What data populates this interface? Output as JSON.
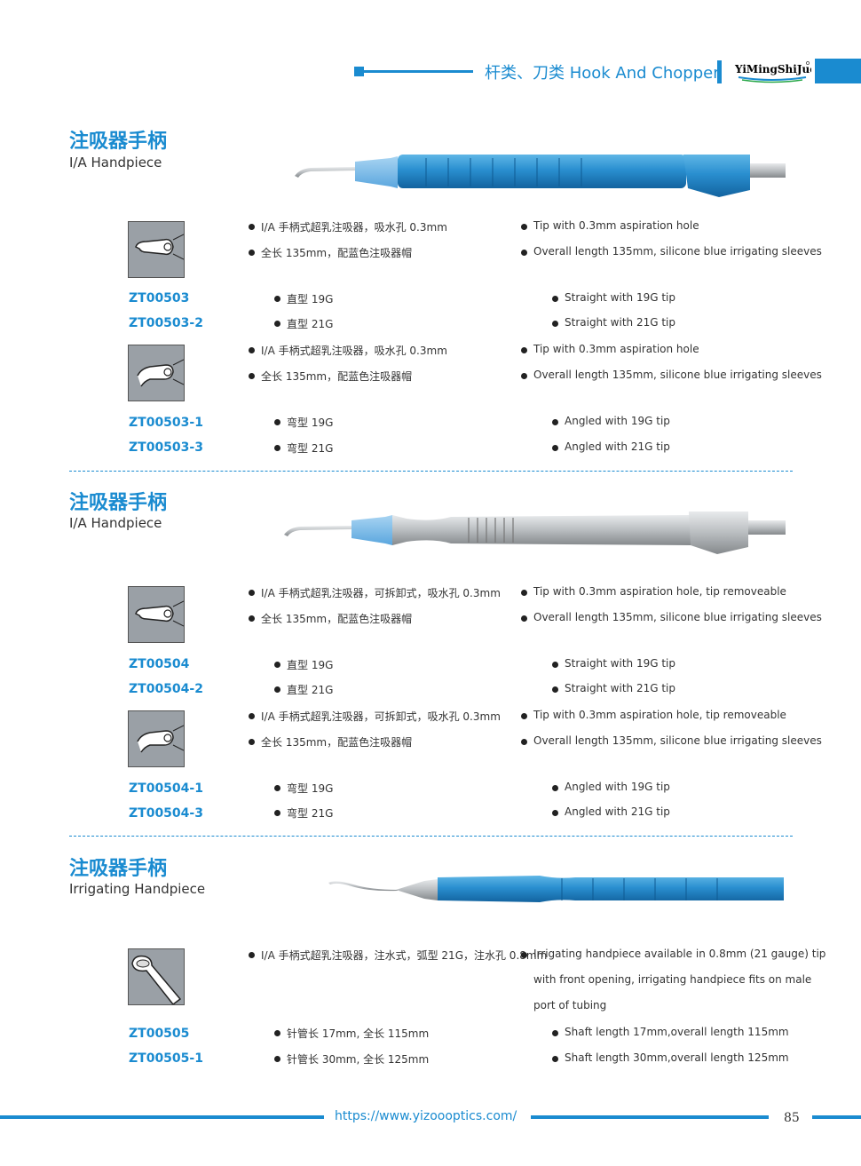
{
  "header": {
    "title": "杆类、刀类 Hook And Chopper",
    "logo_text": "YiMingShiJue"
  },
  "sections": [
    {
      "title_cn": "注吸器手柄",
      "title_en": "I/A Handpiece",
      "groups": [
        {
          "codes": [
            "ZT00503",
            "ZT00503-2"
          ],
          "cn_common": [
            "I/A 手柄式超乳注吸器，吸水孔 0.3mm",
            "全长 135mm，配蓝色注吸器帽"
          ],
          "en_common": [
            "Tip with 0.3mm aspiration hole",
            "Overall length 135mm, silicone blue irrigating sleeves"
          ],
          "cn_variants": [
            "直型 19G",
            "直型 21G"
          ],
          "en_variants": [
            "Straight with 19G tip",
            "Straight with 21G tip"
          ]
        },
        {
          "codes": [
            "ZT00503-1",
            "ZT00503-3"
          ],
          "cn_common": [
            "I/A 手柄式超乳注吸器，吸水孔 0.3mm",
            "全长 135mm，配蓝色注吸器帽"
          ],
          "en_common": [
            "Tip with 0.3mm aspiration hole",
            "Overall length 135mm, silicone blue irrigating sleeves"
          ],
          "cn_variants": [
            "弯型 19G",
            "弯型 21G"
          ],
          "en_variants": [
            "Angled with 19G tip",
            "Angled with 21G tip"
          ]
        }
      ]
    },
    {
      "title_cn": "注吸器手柄",
      "title_en": "I/A Handpiece",
      "groups": [
        {
          "codes": [
            "ZT00504",
            "ZT00504-2"
          ],
          "cn_common": [
            "I/A 手柄式超乳注吸器，可拆卸式，吸水孔 0.3mm",
            "全长 135mm，配蓝色注吸器帽"
          ],
          "en_common": [
            "Tip with 0.3mm aspiration hole, tip removeable",
            "Overall length 135mm, silicone blue irrigating sleeves"
          ],
          "cn_variants": [
            "直型 19G",
            "直型 21G"
          ],
          "en_variants": [
            "Straight with 19G tip",
            "Straight with 21G tip"
          ]
        },
        {
          "codes": [
            "ZT00504-1",
            "ZT00504-3"
          ],
          "cn_common": [
            "I/A 手柄式超乳注吸器，可拆卸式，吸水孔 0.3mm",
            "全长 135mm，配蓝色注吸器帽"
          ],
          "en_common": [
            "Tip with 0.3mm aspiration hole, tip removeable",
            "Overall length 135mm, silicone blue irrigating sleeves"
          ],
          "cn_variants": [
            "弯型 19G",
            "弯型 21G"
          ],
          "en_variants": [
            "Angled with 19G tip",
            "Angled with 21G tip"
          ]
        }
      ]
    },
    {
      "title_cn": "注吸器手柄",
      "title_en": "Irrigating Handpiece",
      "groups": [
        {
          "codes": [
            "ZT00505",
            "ZT00505-1"
          ],
          "cn_common": [
            "I/A 手柄式超乳注吸器，注水式，弧型 21G，注水孔 0.8mm"
          ],
          "en_common_lines": [
            "Irrigating handpiece available in 0.8mm (21 gauge) tip",
            "with front opening, irrigating handpiece fits on male",
            "port of tubing"
          ],
          "cn_variants": [
            "针管长 17mm, 全长 115mm",
            "针管长 30mm, 全长 125mm"
          ],
          "en_variants": [
            "Shaft length 17mm,overall length 115mm",
            "Shaft length 30mm,overall length 125mm"
          ]
        }
      ]
    }
  ],
  "footer": {
    "url": "https://www.yizoooptics.com/",
    "page": "85"
  },
  "colors": {
    "accent": "#1a8bd0",
    "handle_blue": "#1e88c8",
    "steel": "#a9adb0"
  }
}
